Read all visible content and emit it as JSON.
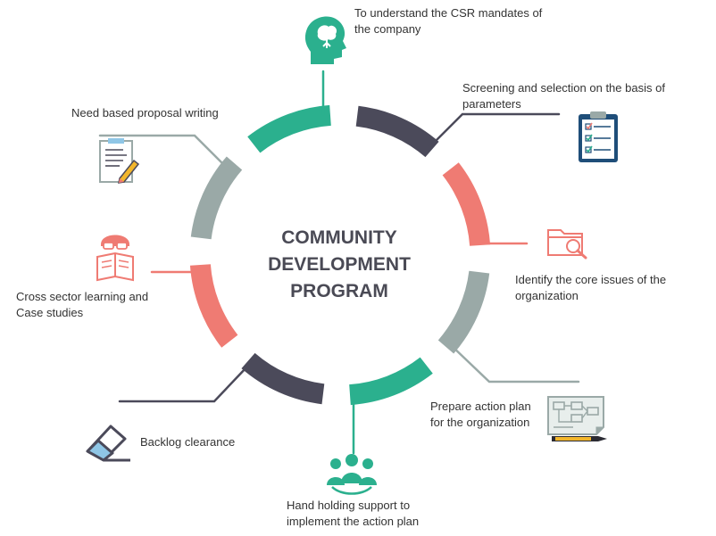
{
  "title": {
    "line1": "COMMUNITY",
    "line2": "DEVELOPMENT",
    "line3": "PROGRAM"
  },
  "steps": [
    {
      "line1": "To understand the CSR mandates of",
      "line2": "the company",
      "icon": "head-brain-icon",
      "color": "#2bb08e"
    },
    {
      "line1": "Screening and selection on the basis of",
      "line2": "parameters",
      "icon": "clipboard-checklist-icon",
      "color": "#4b4a5a"
    },
    {
      "line1": "Identify the core issues of the",
      "line2": "organization",
      "icon": "folder-search-icon",
      "color": "#ef7b73"
    },
    {
      "line1": "Prepare action plan",
      "line2": "for the organization",
      "icon": "flowchart-plan-icon",
      "color": "#9aa9a7"
    },
    {
      "line1": "Hand holding support to",
      "line2": "implement the action plan",
      "icon": "team-group-icon",
      "color": "#2bb08e"
    },
    {
      "line1": "Backlog clearance",
      "line2": "",
      "icon": "eraser-icon",
      "color": "#4b4a5a"
    },
    {
      "line1": "Cross sector learning and",
      "line2": "Case studies",
      "icon": "reader-book-icon",
      "color": "#ef7b73"
    },
    {
      "line1": "Need based proposal writing",
      "line2": "",
      "icon": "document-pencil-icon",
      "color": "#9aa9a7"
    }
  ],
  "colors": {
    "green": "#2bb08e",
    "dark": "#4b4a5a",
    "coral": "#ef7b73",
    "gray": "#9aa9a7",
    "text": "#333333",
    "title": "#4a4a55"
  }
}
